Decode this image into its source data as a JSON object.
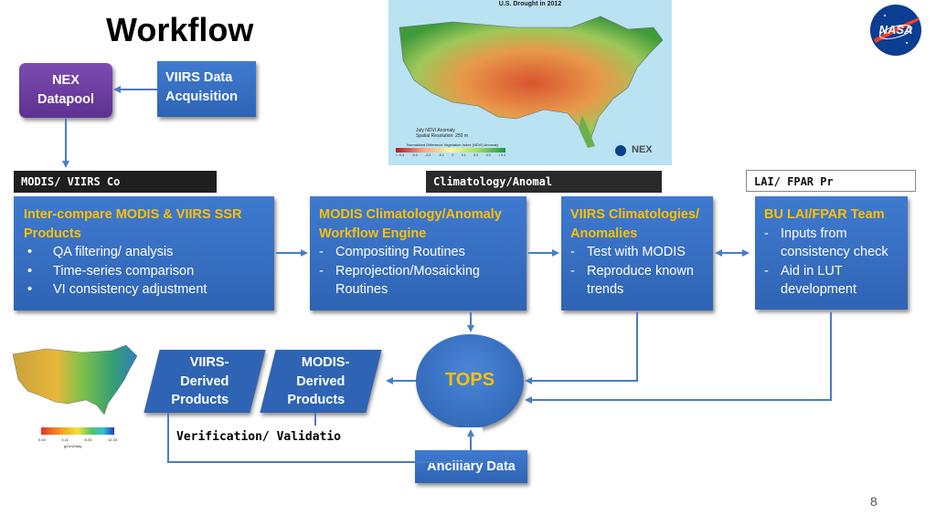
{
  "slide": {
    "title": "Workflow",
    "page_number": "8"
  },
  "colors": {
    "box_blue": "#2f64b4",
    "title_yellow": "#ffc000",
    "purple": "#6f3e9c",
    "arrow_blue": "#4a7cc4"
  },
  "drought_map": {
    "title": "U.S. Drought in 2012",
    "caption_line1": "July NDVI Anomaly",
    "caption_line2": "Spatial Resolution: 250 m",
    "legend_title": "Normalized Difference Vegetation Index (NDVI) Anomaly",
    "ticks": [
      "< -0.4",
      "-0.3",
      "-0.2",
      "-0.1",
      "0",
      "0.1",
      "0.2",
      "0.3",
      "> 0.4"
    ],
    "logo_text": "NEX"
  },
  "nasa_logo": {
    "text": "NASA"
  },
  "nex_datapool": {
    "line1": "NEX",
    "line2": "Datapool"
  },
  "viirs_acq": {
    "line1": "VIIRS Data",
    "line2": "Acquisition"
  },
  "tags": {
    "left": "MODIS/ VIIRS Co",
    "middle": "Climatology/Anomal",
    "right": "LAI/ FPAR Pr",
    "bottom": "Verification/ Validatio"
  },
  "box_intercompare": {
    "title_line1": "Inter-compare MODIS & VIIRS SSR",
    "title_line2": "Products",
    "items": [
      "QA filtering/ analysis",
      "Time-series comparison",
      "VI consistency adjustment"
    ]
  },
  "box_modis_clim": {
    "title_line1": "MODIS Climatology/Anomaly",
    "title_line2": "Workflow Engine",
    "items": [
      "Compositing Routines",
      "Reprojection/Mosaicking Routines"
    ]
  },
  "box_viirs_clim": {
    "title_line1": "VIIRS Climatologies/",
    "title_line2": "Anomalies",
    "items": [
      "Test with MODIS",
      "Reproduce known trends"
    ]
  },
  "box_bu_lai": {
    "title": "BU LAI/FPAR Team",
    "items": [
      "Inputs from consistency check",
      "Aid in LUT development"
    ]
  },
  "viirs_derived": {
    "line1": "VIIRS-",
    "line2": "Derived",
    "line3": "Products"
  },
  "modis_derived": {
    "line1": "MODIS-",
    "line2": "Derived",
    "line3": "Products"
  },
  "tops": {
    "label": "TOPS"
  },
  "ancillary": {
    "label": "Ancillary Data"
  },
  "small_map": {
    "ticks": [
      "0.00",
      "4.11",
      "8.23",
      "12.33"
    ],
    "unit": "gC/m2/day"
  }
}
